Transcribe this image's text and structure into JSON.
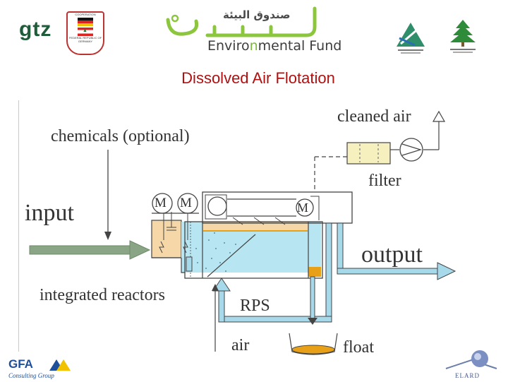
{
  "header": {
    "left_logo_text": "gtz",
    "cooperation_badge": {
      "line1": "COOPERATION",
      "line2": "FEDERAL REPUBLIC OF GERMANY"
    },
    "fund_name_arabic": "صندوق البيئة",
    "fund_name_latin_pre": "Enviro",
    "fund_name_latin_hl": "n",
    "fund_name_latin_post": "mental Fund"
  },
  "title": "Dissolved Air Flotation",
  "diagram": {
    "labels": {
      "cleaned_air": "cleaned air",
      "chemicals": "chemicals (optional)",
      "filter": "filter",
      "input": "input",
      "output": "output",
      "integrated_reactors": "integrated reactors",
      "rps": "RPS",
      "air": "air",
      "float": "float",
      "motor": "M"
    },
    "colors": {
      "water": "#b7e6f2",
      "reactor": "#f6d7a8",
      "pipe": "#a6d9ea",
      "float": "#e8a019",
      "input_arrow": "#8aa585",
      "filter": "#f6efbe",
      "title": "#b01010"
    }
  },
  "footer": {
    "gfa_logo": "GFA",
    "gfa_sub": "Consulting Group",
    "elard_logo": "ELARD"
  }
}
